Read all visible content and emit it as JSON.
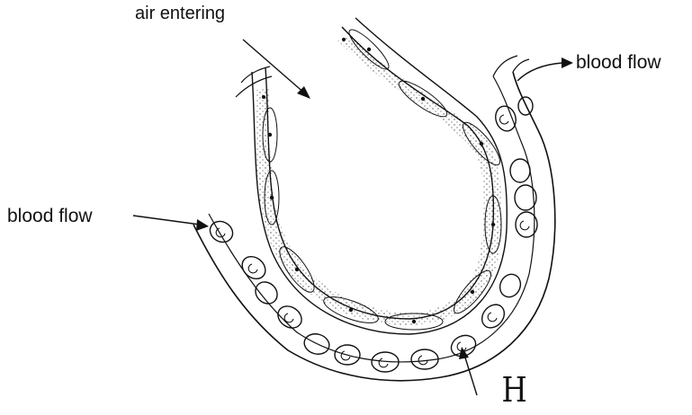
{
  "labels": {
    "air_entering": "air entering",
    "blood_flow_right": "blood flow",
    "blood_flow_left": "blood flow",
    "h": "H"
  }
}
